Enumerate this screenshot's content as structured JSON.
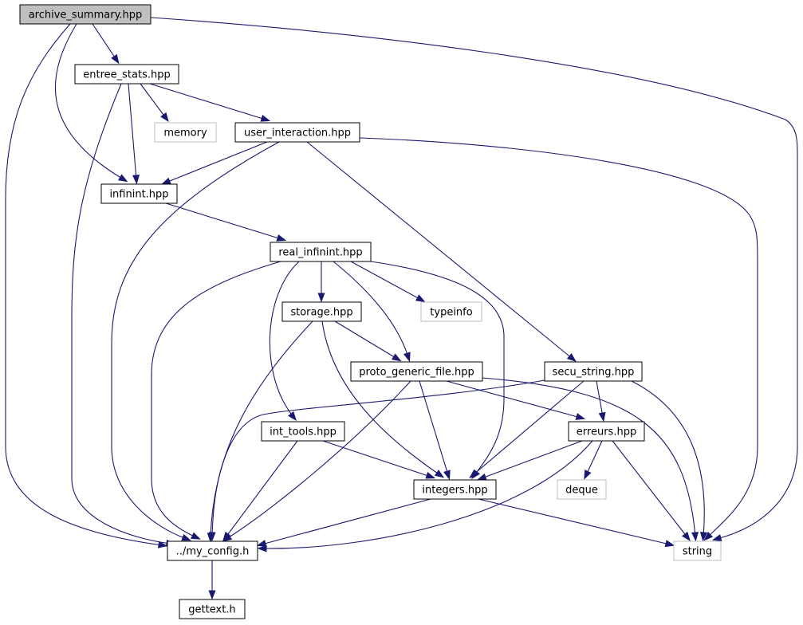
{
  "colors": {
    "edge": "#191970",
    "root_fill": "#bfbfbf",
    "node_border": "#000000",
    "external_border": "#bfbfbf",
    "text": "#000000",
    "external_text": "#404040"
  },
  "nodes": {
    "archive_summary": {
      "label": "archive_summary.hpp",
      "kind": "root"
    },
    "entree_stats": {
      "label": "entree_stats.hpp",
      "kind": "normal"
    },
    "memory": {
      "label": "memory",
      "kind": "external"
    },
    "user_interaction": {
      "label": "user_interaction.hpp",
      "kind": "normal"
    },
    "infinint": {
      "label": "infinint.hpp",
      "kind": "normal"
    },
    "real_infinint": {
      "label": "real_infinint.hpp",
      "kind": "normal"
    },
    "storage": {
      "label": "storage.hpp",
      "kind": "normal"
    },
    "typeinfo": {
      "label": "typeinfo",
      "kind": "external"
    },
    "proto_generic_file": {
      "label": "proto_generic_file.hpp",
      "kind": "normal"
    },
    "secu_string": {
      "label": "secu_string.hpp",
      "kind": "normal"
    },
    "int_tools": {
      "label": "int_tools.hpp",
      "kind": "normal"
    },
    "erreurs": {
      "label": "erreurs.hpp",
      "kind": "normal"
    },
    "integers": {
      "label": "integers.hpp",
      "kind": "normal"
    },
    "deque": {
      "label": "deque",
      "kind": "external"
    },
    "my_config": {
      "label": "../my_config.h",
      "kind": "normal"
    },
    "string": {
      "label": "string",
      "kind": "external"
    },
    "gettext": {
      "label": "gettext.h",
      "kind": "normal"
    }
  },
  "edges": [
    [
      "archive_summary",
      "entree_stats"
    ],
    [
      "archive_summary",
      "infinint"
    ],
    [
      "archive_summary",
      "my_config"
    ],
    [
      "archive_summary",
      "string"
    ],
    [
      "entree_stats",
      "memory"
    ],
    [
      "entree_stats",
      "user_interaction"
    ],
    [
      "entree_stats",
      "infinint"
    ],
    [
      "entree_stats",
      "my_config"
    ],
    [
      "user_interaction",
      "infinint"
    ],
    [
      "user_interaction",
      "my_config"
    ],
    [
      "user_interaction",
      "secu_string"
    ],
    [
      "user_interaction",
      "string"
    ],
    [
      "infinint",
      "real_infinint"
    ],
    [
      "real_infinint",
      "storage"
    ],
    [
      "real_infinint",
      "typeinfo"
    ],
    [
      "real_infinint",
      "proto_generic_file"
    ],
    [
      "real_infinint",
      "int_tools"
    ],
    [
      "real_infinint",
      "integers"
    ],
    [
      "real_infinint",
      "my_config"
    ],
    [
      "storage",
      "proto_generic_file"
    ],
    [
      "storage",
      "integers"
    ],
    [
      "storage",
      "my_config"
    ],
    [
      "proto_generic_file",
      "erreurs"
    ],
    [
      "proto_generic_file",
      "integers"
    ],
    [
      "proto_generic_file",
      "my_config"
    ],
    [
      "proto_generic_file",
      "string"
    ],
    [
      "secu_string",
      "erreurs"
    ],
    [
      "secu_string",
      "integers"
    ],
    [
      "secu_string",
      "my_config"
    ],
    [
      "secu_string",
      "string"
    ],
    [
      "int_tools",
      "integers"
    ],
    [
      "int_tools",
      "my_config"
    ],
    [
      "erreurs",
      "deque"
    ],
    [
      "erreurs",
      "string"
    ],
    [
      "erreurs",
      "integers"
    ],
    [
      "erreurs",
      "my_config"
    ],
    [
      "integers",
      "my_config"
    ],
    [
      "integers",
      "string"
    ],
    [
      "my_config",
      "gettext"
    ]
  ]
}
